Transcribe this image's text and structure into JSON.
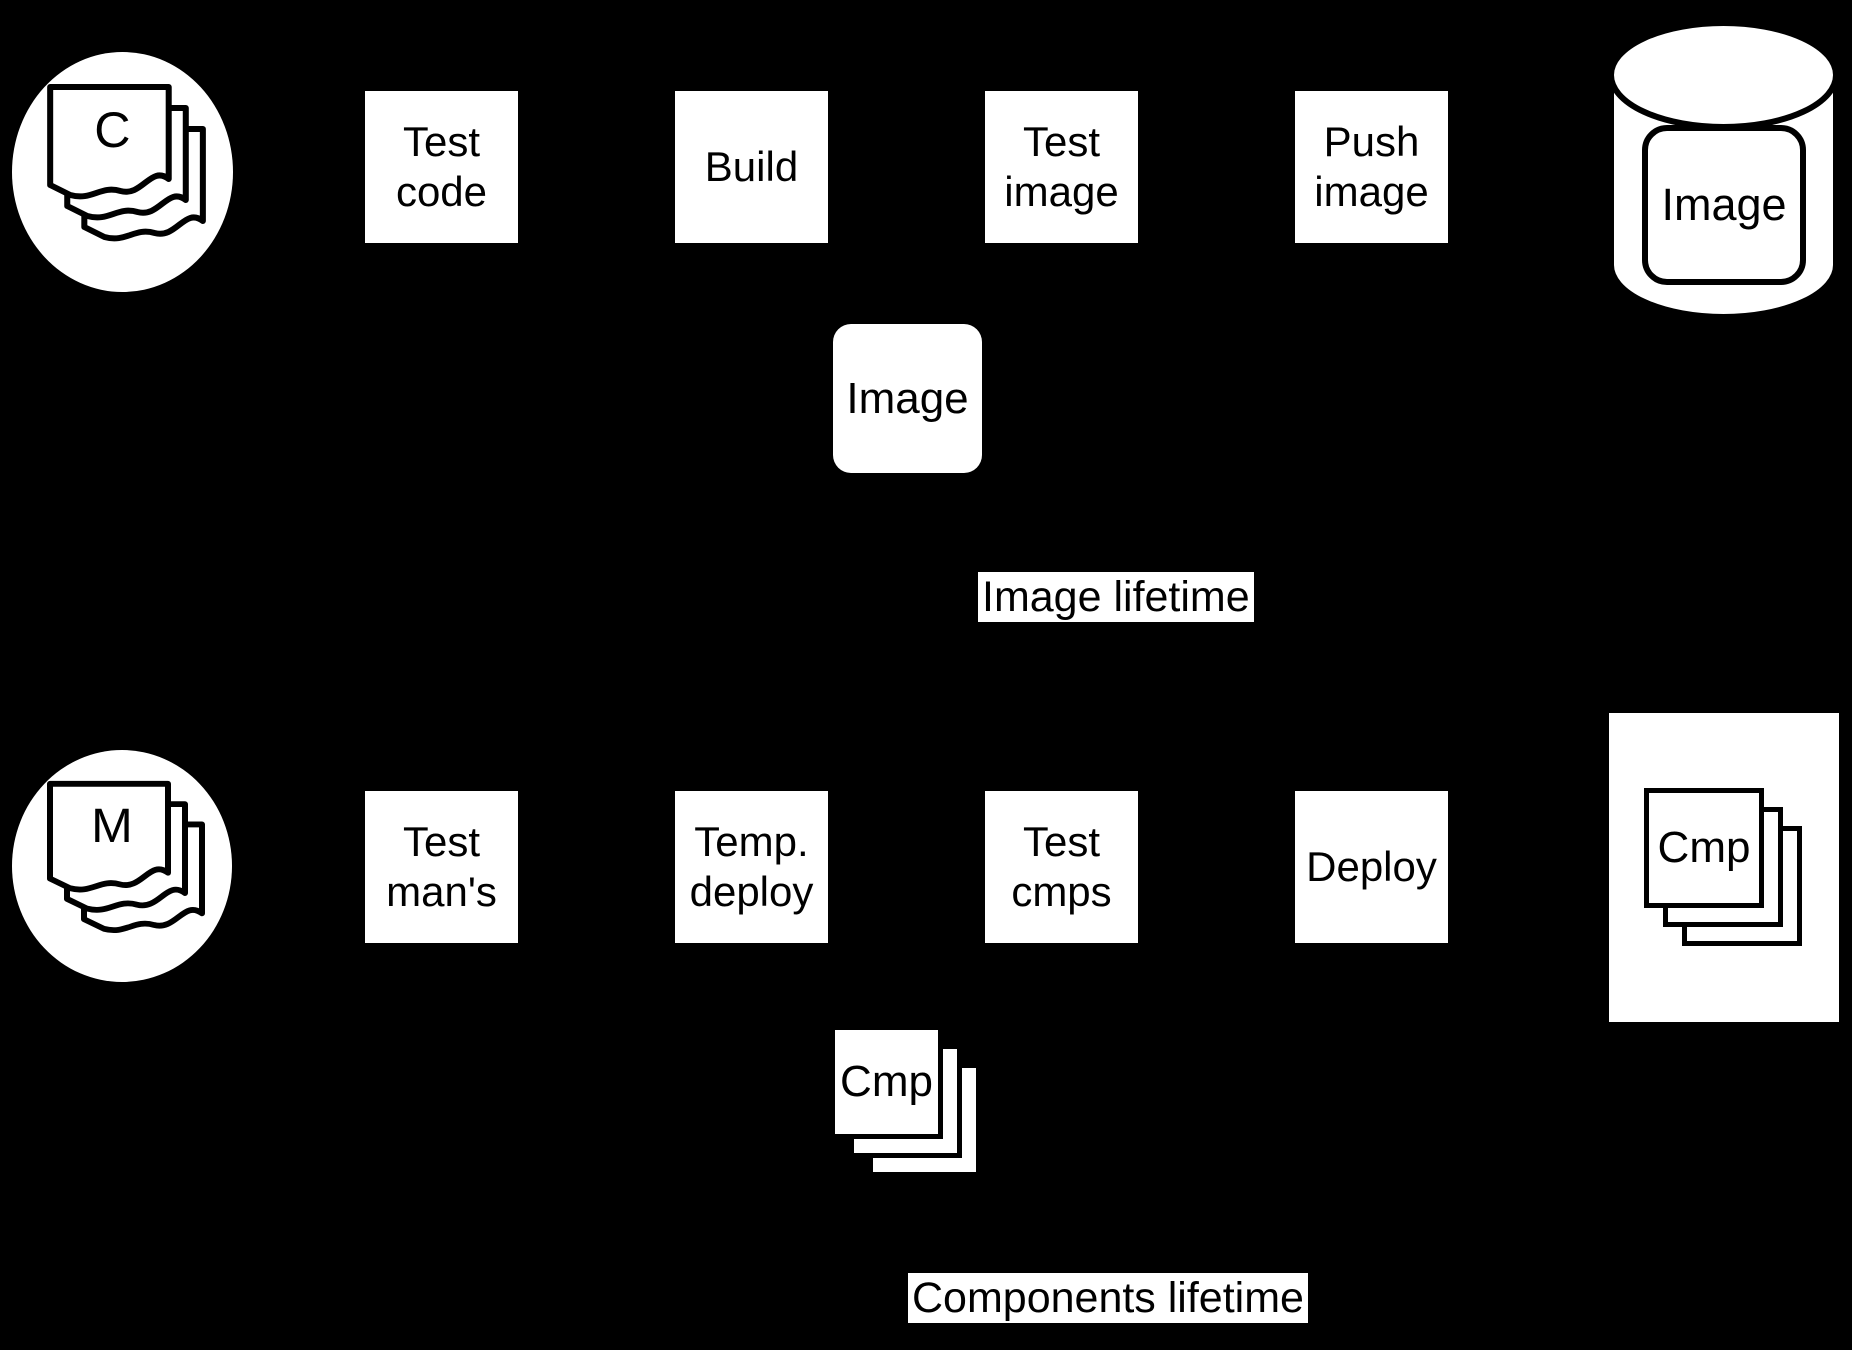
{
  "colors": {
    "background": "#000000",
    "node_fill": "#ffffff",
    "stroke": "#000000",
    "text": "#000000"
  },
  "icons": {
    "code_files_letter": "C",
    "manifest_files_letter": "M"
  },
  "image_pipeline": {
    "steps": [
      "Test\ncode",
      "Build",
      "Test\nimage",
      "Push\nimage"
    ],
    "registry_label": "Image",
    "artifact_label": "Image",
    "lifetime_label": "Image lifetime"
  },
  "components_pipeline": {
    "steps": [
      "Test\nman's",
      "Temp.\ndeploy",
      "Test\ncmps",
      "Deploy"
    ],
    "store_label": "Cmp",
    "artifact_label": "Cmp",
    "lifetime_label": "Components lifetime"
  }
}
